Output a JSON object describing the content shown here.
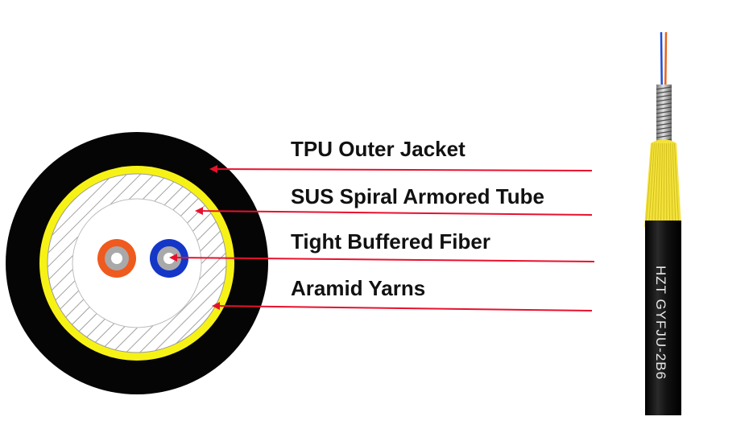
{
  "labels": {
    "outer_jacket": "TPU Outer Jacket",
    "armored_tube": "SUS Spiral Armored Tube",
    "tight_buffered_fiber": "Tight Buffered Fiber",
    "aramid_yarns": "Aramid Yarns"
  },
  "cable_print": "HZT   GYFJU-2B6",
  "colors": {
    "jacket": "#050505",
    "aramid": "#f7f215",
    "arrow": "#e8112d",
    "fiber_orange": "#ef5a1e",
    "fiber_blue": "#1437c8",
    "buffer_gray": "#a9a9a9",
    "armor_hatch": "#8a8a8a",
    "aramid_strand": "#f4e26a"
  }
}
